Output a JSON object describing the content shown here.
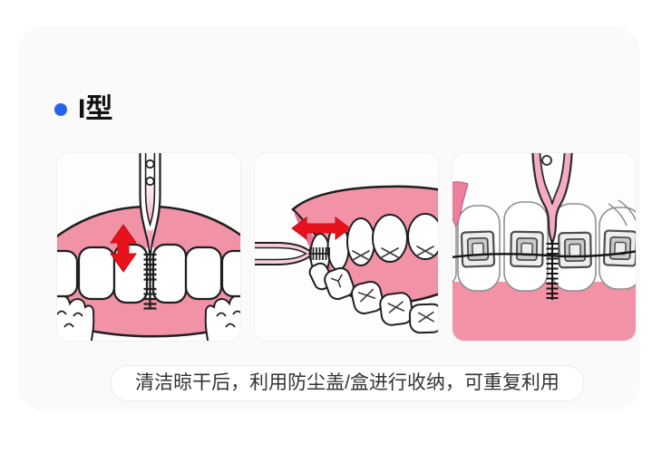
{
  "header": {
    "title": "I型",
    "bullet": "blue-dot"
  },
  "panels": [
    {
      "name": "brush-vertical-between-front-teeth",
      "arrow_direction": "vertical"
    },
    {
      "name": "brush-horizontal-side-view",
      "arrow_direction": "horizontal"
    },
    {
      "name": "brush-vertical-with-braces",
      "arrow_direction": "none"
    }
  ],
  "caption": {
    "text": "清洁晾干后，利用防尘盖/盒进行收纳，可重复利用"
  },
  "colors": {
    "accent_blue": "#2563eb",
    "arrow_red": "#e8111c",
    "gum_pink": "#f192a6",
    "gum_pink_dark": "#e4728f",
    "brush_pink": "#f5abc1",
    "brush_pink_light": "#f9cdd9",
    "outline_dark": "#1f1f1f",
    "card_bg": "#fafafa",
    "panel_bg": "#fdfdfd",
    "caption_text": "#333333",
    "bracket_gray": "#c9c9c9"
  }
}
